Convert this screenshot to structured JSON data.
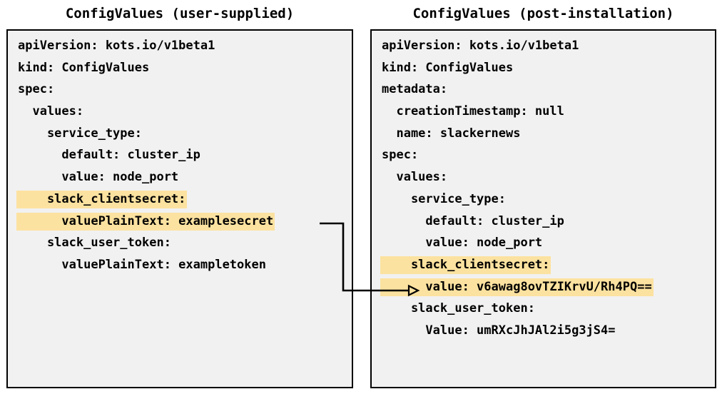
{
  "panels": {
    "left": {
      "title": "ConfigValues (user-supplied)",
      "lines": [
        {
          "text": "apiVersion: kots.io/v1beta1",
          "indent": 0,
          "highlight": false
        },
        {
          "text": "kind: ConfigValues",
          "indent": 0,
          "highlight": false
        },
        {
          "text": "spec:",
          "indent": 0,
          "highlight": false
        },
        {
          "text": "values:",
          "indent": 1,
          "highlight": false
        },
        {
          "text": "service_type:",
          "indent": 2,
          "highlight": false
        },
        {
          "text": "default: cluster_ip",
          "indent": 3,
          "highlight": false
        },
        {
          "text": "value: node_port",
          "indent": 3,
          "highlight": false
        },
        {
          "text": "slack_clientsecret:",
          "indent": 2,
          "highlight": true
        },
        {
          "text": "valuePlainText: examplesecret",
          "indent": 3,
          "highlight": true
        },
        {
          "text": "slack_user_token:",
          "indent": 2,
          "highlight": false
        },
        {
          "text": "valuePlainText: exampletoken",
          "indent": 3,
          "highlight": false
        }
      ]
    },
    "right": {
      "title": "ConfigValues (post-installation)",
      "lines": [
        {
          "text": "apiVersion: kots.io/v1beta1",
          "indent": 0,
          "highlight": false
        },
        {
          "text": "kind: ConfigValues",
          "indent": 0,
          "highlight": false
        },
        {
          "text": "metadata:",
          "indent": 0,
          "highlight": false
        },
        {
          "text": "creationTimestamp: null",
          "indent": 1,
          "highlight": false
        },
        {
          "text": "name: slackernews",
          "indent": 1,
          "highlight": false
        },
        {
          "text": "spec:",
          "indent": 0,
          "highlight": false
        },
        {
          "text": "values:",
          "indent": 1,
          "highlight": false
        },
        {
          "text": "service_type:",
          "indent": 2,
          "highlight": false
        },
        {
          "text": "default: cluster_ip",
          "indent": 3,
          "highlight": false
        },
        {
          "text": "value: node_port",
          "indent": 3,
          "highlight": false
        },
        {
          "text": "slack_clientsecret:",
          "indent": 2,
          "highlight": true
        },
        {
          "text": "value: v6awag8ovTZIKrvU/Rh4PQ==",
          "indent": 3,
          "highlight": true
        },
        {
          "text": "slack_user_token:",
          "indent": 2,
          "highlight": false
        },
        {
          "text": "Value: umRXcJhJAl2i5g3jS4=",
          "indent": 3,
          "highlight": false
        }
      ]
    }
  },
  "connector": {
    "description": "arrow from left panel valuePlainText: examplesecret to right panel value: v6awag8ovTZIKrvU/Rh4PQ==",
    "from_line": "valuePlainText: examplesecret",
    "to_line": "value: v6awag8ovTZIKrvU/Rh4PQ=="
  },
  "colors": {
    "highlight": "#fce2a0",
    "panel_background": "#f1f1f1",
    "border": "#000000",
    "text": "#000000"
  }
}
